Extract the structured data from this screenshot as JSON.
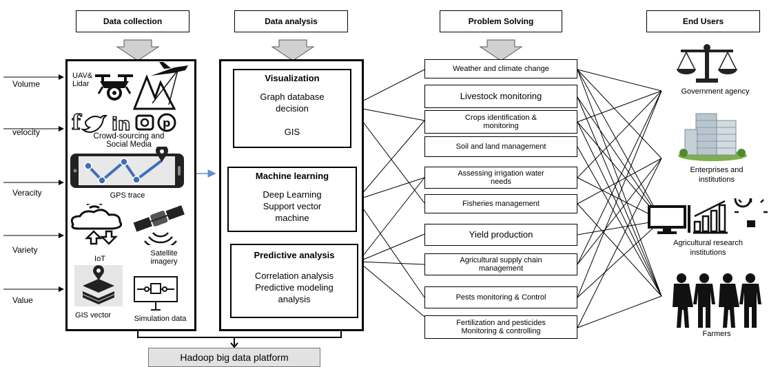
{
  "headers": {
    "data_collection": "Data collection",
    "data_analysis": "Data analysis",
    "problem_solving": "Problem Solving",
    "end_users": "End Users"
  },
  "v_labels": [
    "Volume",
    "velocity",
    "Veracity",
    "Variety",
    "Value"
  ],
  "sources": {
    "uav": "UAV&\nLidar",
    "social": "Crowd-sourcing and\nSocial Media",
    "gps": "GPS trace",
    "iot": "IoT",
    "satellite": "Satellite\nimagery",
    "gis_vector": "GIS vector",
    "simulation": "Simulation data"
  },
  "analysis": {
    "visualization": {
      "title": "Visualization",
      "body": "Graph database\ndecision\n\nGIS"
    },
    "ml": {
      "title": "Machine learning",
      "body": "Deep Learning\nSupport vector\nmachine"
    },
    "predictive": {
      "title": "Predictive analysis",
      "body": "Correlation analysis\nPredictive modeling\nanalysis"
    }
  },
  "problems": [
    "Weather and climate change",
    "Livestock monitoring",
    "Crops identification &\nmonitoring",
    "Soil and land management",
    "Assessing irrigation water\nneeds",
    "Fisheries management",
    "Yield production",
    "Agricultural supply chain\nmanagement",
    "Pests monitoring & Control",
    "Fertilization and pesticides\nMonitoring & controlling"
  ],
  "end_users": [
    "Government agency",
    "Enterprises and\ninstitutions",
    "Agricultural research\ninstitutions",
    "Farmers"
  ],
  "platform": "Hadoop big data platform",
  "colors": {
    "connector_arrow": "#5b8fc9",
    "block_arrow": "#d0d0d0",
    "gps_line": "#3f6fb5"
  }
}
